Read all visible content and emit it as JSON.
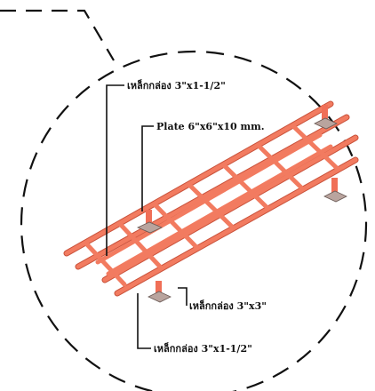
{
  "labels": {
    "tube_top": "เหล็กกล่อง 3\"x1-1/2\"",
    "plate": "Plate 6\"x6\"x10 mm.",
    "tube_post": "เหล็กกล่อง 3\"x3\"",
    "tube_bottom": "เหล็กกล่อง 3\"x1-1/2\""
  },
  "colors": {
    "steel_frame": "#f27b60",
    "steel_frame_edge": "#c9523b",
    "post": "#f06f57",
    "plate": "#b9a49e",
    "leader_line": "#111111",
    "detail_circle": "#111111"
  }
}
